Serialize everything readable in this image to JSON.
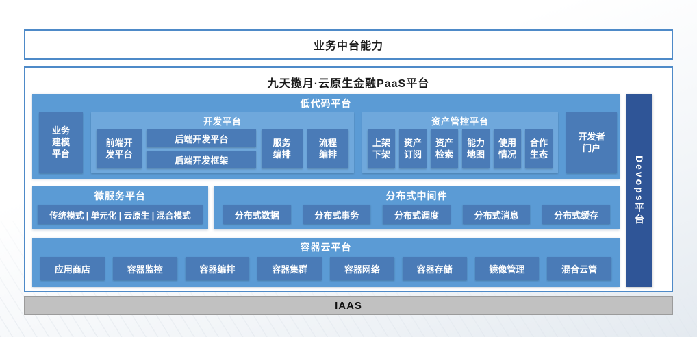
{
  "palette": {
    "border-blue": "#4E8AC8",
    "section-blue": "#5B9BD5",
    "panel-blue": "#6FA8DC",
    "box-blue": "#4A7BB7",
    "devops-blue": "#2F5597",
    "iaas-gray": "#C1C1C1",
    "title-black": "#1A1A1A"
  },
  "top_banner": {
    "title": "业务中台能力"
  },
  "platform": {
    "title": "九天揽月·云原生金融PaaS平台",
    "lowcode": {
      "title": "低代码平台",
      "business_modeling": "业务\n建模\n平台",
      "dev_platform": {
        "title": "开发平台",
        "frontend": "前端开\n发平台",
        "backend_platform": "后端开发平台",
        "backend_framework": "后端开发框架",
        "service_orchestration": "服务\n编排",
        "process_orchestration": "流程\n编排"
      },
      "asset_platform": {
        "title": "资产管控平台",
        "items": [
          "上架\n下架",
          "资产\n订阅",
          "资产\n检索",
          "能力\n地图",
          "使用\n情况",
          "合作\n生态"
        ]
      },
      "developer_portal": "开发者\n门户"
    },
    "microservice": {
      "title": "微服务平台",
      "modes": "传统模式 | 单元化 | 云原生 | 混合模式"
    },
    "middleware": {
      "title": "分布式中间件",
      "items": [
        "分布式数据",
        "分布式事务",
        "分布式调度",
        "分布式消息",
        "分布式缓存"
      ]
    },
    "container": {
      "title": "容器云平台",
      "items": [
        "应用商店",
        "容器监控",
        "容器编排",
        "容器集群",
        "容器网络",
        "容器存储",
        "镜像管理",
        "混合云管"
      ]
    },
    "devops": "Devops平台"
  },
  "iaas": {
    "title": "IAAS"
  }
}
